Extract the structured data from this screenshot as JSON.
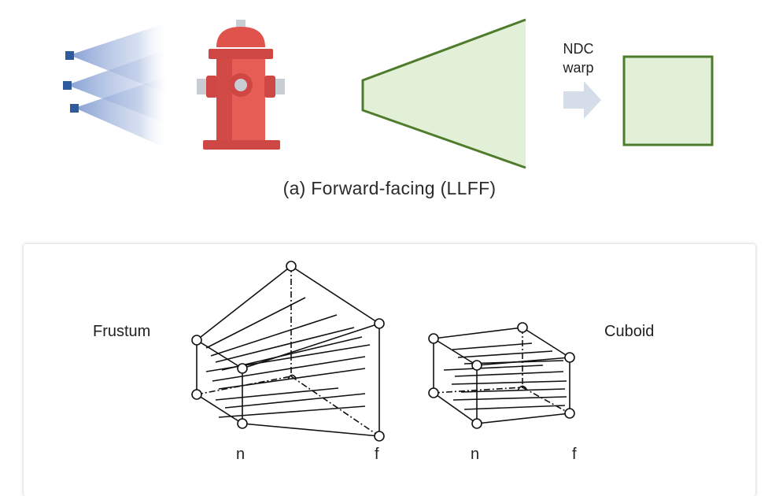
{
  "top_panel": {
    "warp_label_line1": "NDC",
    "warp_label_line2": "warp",
    "caption": "(a) Forward-facing (LLFF)"
  },
  "bottom_panel": {
    "frustum_label": "Frustum",
    "cuboid_label": "Cuboid",
    "frustum_near": "n",
    "frustum_far": "f",
    "cuboid_near": "n",
    "cuboid_far": "f"
  },
  "colors": {
    "camera_blue": "#2f5b9c",
    "ray_blue": "#9fb3dc",
    "hydrant_red": "#d9534f",
    "frustum_fill": "#e3f0d8",
    "frustum_stroke": "#4e7c2c",
    "arrow_gray": "#d5dde8"
  }
}
